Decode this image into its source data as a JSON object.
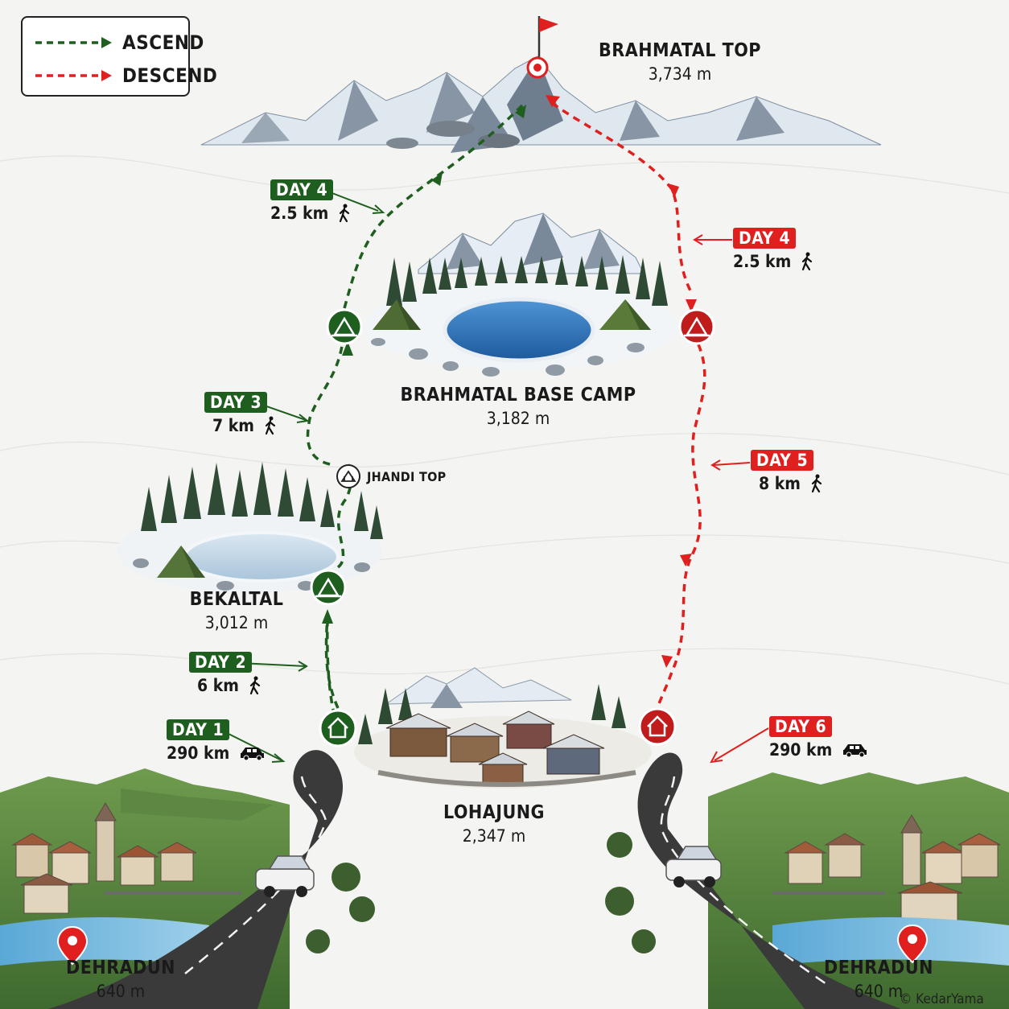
{
  "legend": {
    "ascend_label": "ASCEND",
    "descend_label": "DESCEND"
  },
  "colors": {
    "ascend": "#1e5e1e",
    "descend": "#e01f1f",
    "snow": "#eef3f8",
    "rock": "#5b6b7c",
    "forest": "#2d4a32",
    "lake": "#2e6fb5",
    "road": "#3a3a3a"
  },
  "places": {
    "brahmatal_top": {
      "name": "BRAHMATAL TOP",
      "altitude": "3,734 m"
    },
    "base_camp": {
      "name": "BRAHMATAL BASE CAMP",
      "altitude": "3,182 m"
    },
    "jhandi_top": {
      "name": "JHANDI TOP"
    },
    "bekaltal": {
      "name": "BEKALTAL",
      "altitude": "3,012 m"
    },
    "lohajung": {
      "name": "LOHAJUNG",
      "altitude": "2,347 m"
    },
    "dehradun_left": {
      "name": "DEHRADUN",
      "altitude": "640 m"
    },
    "dehradun_right": {
      "name": "DEHRADUN",
      "altitude": "640 m"
    }
  },
  "ascend_days": [
    {
      "day": "DAY 1",
      "distance": "290 km",
      "mode": "car-icon"
    },
    {
      "day": "DAY 2",
      "distance": "6 km",
      "mode": "hiker-icon"
    },
    {
      "day": "DAY 3",
      "distance": "7 km",
      "mode": "hiker-icon"
    },
    {
      "day": "DAY 4",
      "distance": "2.5 km",
      "mode": "hiker-icon"
    }
  ],
  "descend_days": [
    {
      "day": "DAY 4",
      "distance": "2.5 km",
      "mode": "hiker-icon"
    },
    {
      "day": "DAY 5",
      "distance": "8 km",
      "mode": "hiker-icon"
    },
    {
      "day": "DAY 6",
      "distance": "290 km",
      "mode": "car-icon"
    }
  ],
  "markers": {
    "summit": "summit-flag-icon",
    "camp": "tent-icon",
    "village": "house-icon",
    "viewpoint": "viewpoint-icon",
    "city": "location-pin-icon"
  },
  "copyright": "© KedarYama"
}
